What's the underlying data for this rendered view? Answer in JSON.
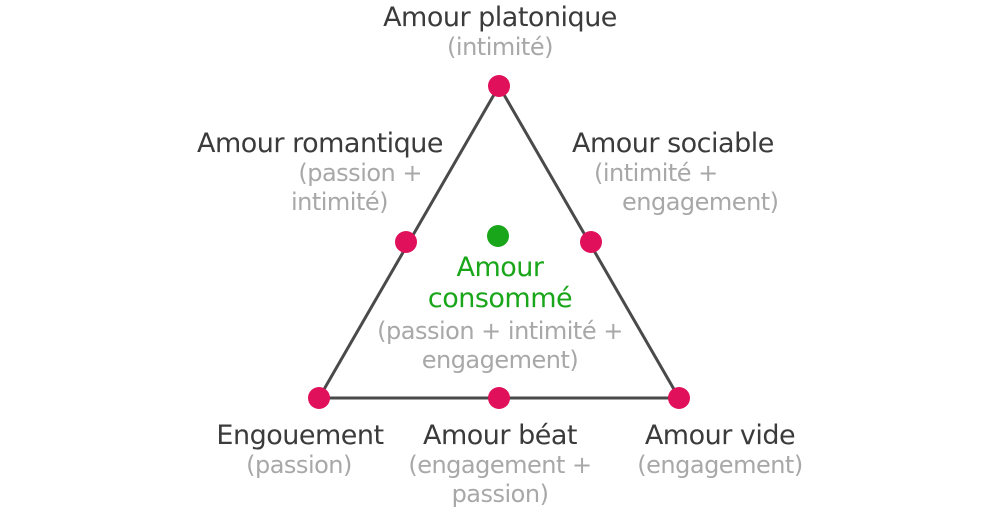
{
  "colors": {
    "line": "#4a4a4a",
    "node": "#e0105a",
    "center_node": "#1aa61a",
    "title_text": "#3b3b3b",
    "subtitle_text": "#a8a8a8",
    "center_text": "#1aa61a"
  },
  "nodes": {
    "top": {
      "title": "Amour platonique",
      "sub": [
        "(intimité)"
      ]
    },
    "upper_left": {
      "title": "Amour romantique",
      "sub": [
        "(passion +",
        "intimité)"
      ]
    },
    "upper_right": {
      "title": "Amour sociable",
      "sub": [
        "(intimité +",
        "engagement)"
      ]
    },
    "bottom_left": {
      "title": "Engouement",
      "sub": [
        "(passion)"
      ]
    },
    "bottom_middle": {
      "title": "Amour béat",
      "sub": [
        "(engagement +",
        "passion)"
      ]
    },
    "bottom_right": {
      "title": "Amour vide",
      "sub": [
        "(engagement)"
      ]
    },
    "center": {
      "title": [
        "Amour",
        "consommé"
      ],
      "sub": [
        "(passion + intimité +",
        "engagement)"
      ]
    }
  }
}
